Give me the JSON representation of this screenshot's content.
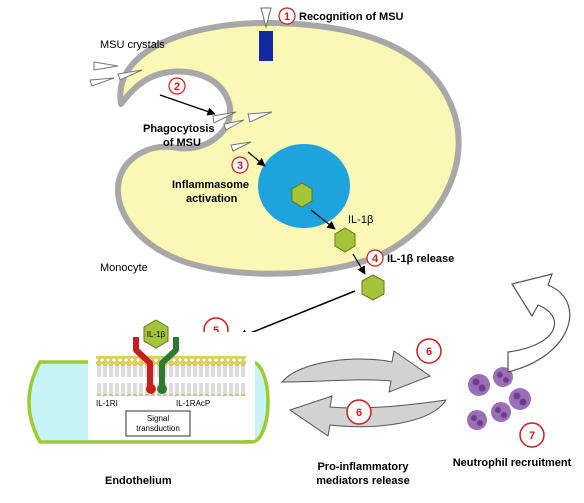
{
  "steps": {
    "s1": "1",
    "s2": "2",
    "s3": "3",
    "s4": "4",
    "s5": "5",
    "s6a": "6",
    "s6b": "6",
    "s7": "7"
  },
  "labels": {
    "recognition": "Recognition of MSU",
    "msu_crystals": "MSU crystals",
    "phagocytosis_line1": "Phagocytosis",
    "phagocytosis_line2": "of MSU",
    "inflammasome_line1": "Inflammasome",
    "inflammasome_line2": "activation",
    "il1b_cell": "IL-1β",
    "il1b_release": "IL-1β release",
    "monocyte": "Monocyte",
    "il1b_receptor": "IL-1β",
    "il1ri": "IL-1RI",
    "il1racp": "IL-1RAcP",
    "signal_line1": "Signal",
    "signal_line2": "transduction",
    "endothelium": "Endothelium",
    "pro_inflammatory_line1": "Pro-inflammatory",
    "pro_inflammatory_line2": "mediators release",
    "neutrophil": "Neutrophil recruitment"
  },
  "colors": {
    "cell_fill": "#fbf8b6",
    "cell_border": "#a8a8a8",
    "nucleus": "#1ea3dd",
    "crystal": "#a4c53a",
    "receptor_blue": "#1428a0",
    "receptor_red": "#c81e1e",
    "receptor_green": "#2f7a2f",
    "endothelium_fill": "#c9f4f7",
    "endothelium_border": "#9ccb32",
    "neutrophil": "#9b6fb8",
    "step_number": "#c81e1e",
    "arrow_grey": "#d2d2d2"
  }
}
